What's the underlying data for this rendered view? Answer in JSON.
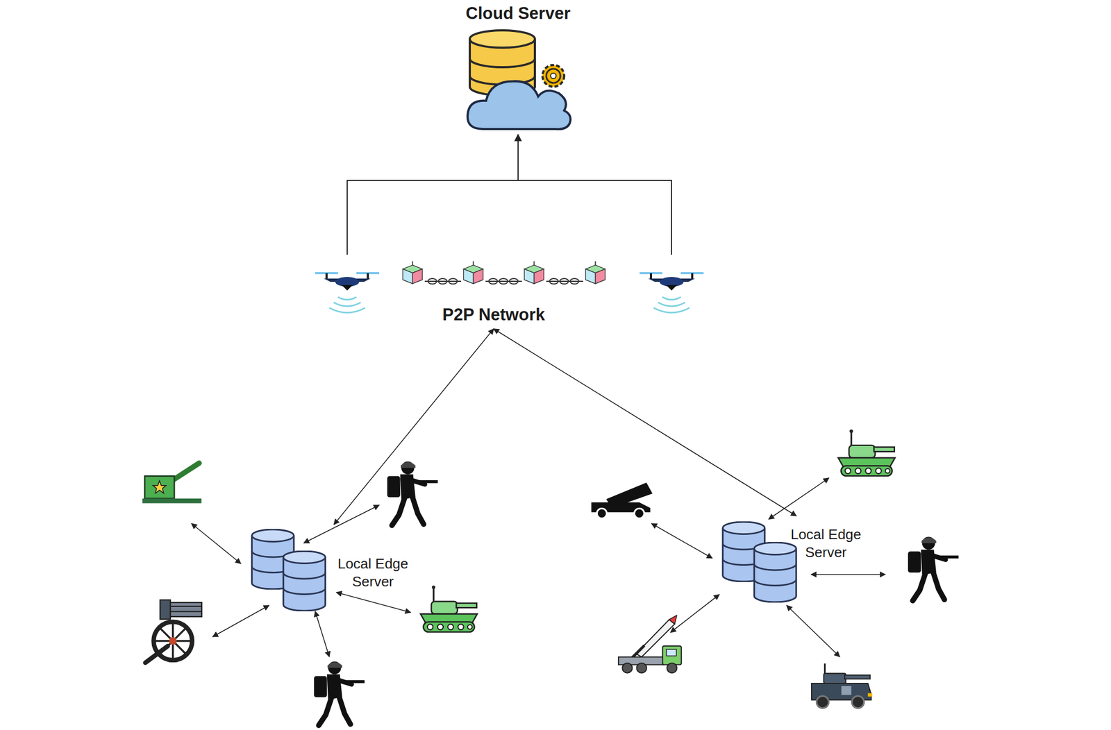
{
  "diagram": {
    "nodes": [
      {
        "text": [
          "Cloud Server"
        ]
      },
      {
        "text": [
          "P2P Network"
        ]
      },
      {
        "text": [
          "Local Edge Server"
        ]
      },
      {
        "text": [
          "Local Edge Server"
        ]
      }
    ],
    "edges": [
      {
        "from": 1,
        "to": 0,
        "arrow": "to"
      },
      {
        "from": 2,
        "to": 1,
        "arrow": "both"
      },
      {
        "from": 3,
        "to": 1,
        "arrow": "both"
      }
    ]
  }
}
